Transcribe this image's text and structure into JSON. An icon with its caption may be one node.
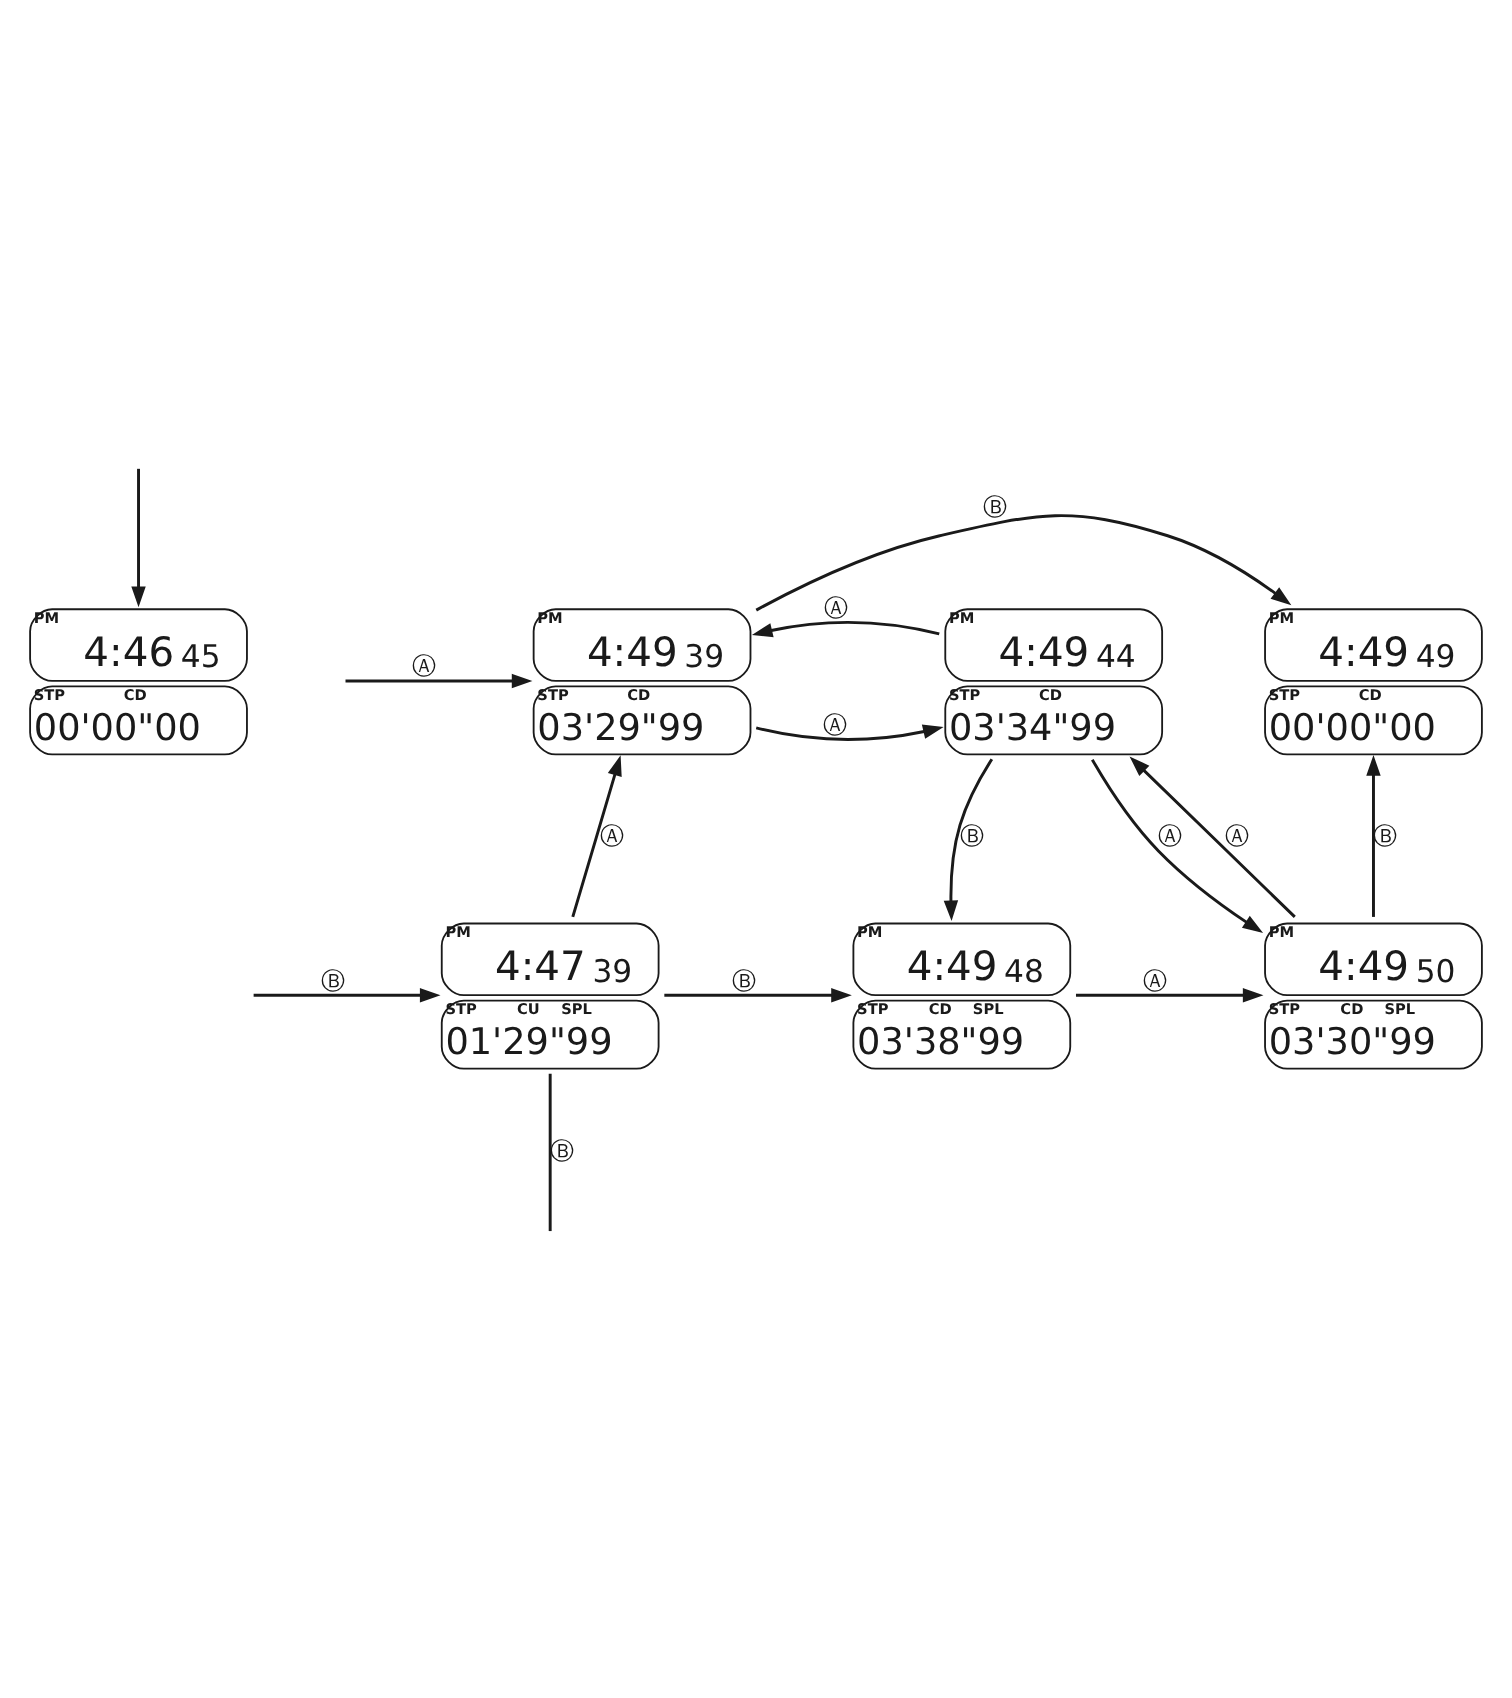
{
  "diagram": {
    "nodes": [
      {
        "text": [
          "PM",
          "4:46",
          "45",
          "STP",
          "CD",
          "00'00\"00"
        ]
      },
      {
        "text": [
          "PM",
          "4:49",
          "39",
          "STP",
          "CD",
          "03'29\"99"
        ]
      },
      {
        "text": [
          "PM",
          "4:49",
          "44",
          "STP",
          "CD",
          "03'34\"99"
        ]
      },
      {
        "text": [
          "PM",
          "4:49",
          "49",
          "STP",
          "CD",
          "00'00\"00"
        ]
      },
      {
        "text": [
          "PM",
          "4:47",
          "39",
          "STP",
          "CU",
          "SPL",
          "01'29\"99"
        ]
      },
      {
        "text": [
          "PM",
          "4:49",
          "48",
          "STP",
          "CD",
          "SPL",
          "03'38\"99"
        ]
      },
      {
        "text": [
          "PM",
          "4:49",
          "50",
          "STP",
          "CD",
          "SPL",
          "03'30\"99"
        ]
      }
    ],
    "edges": [
      {
        "from": null,
        "to": 0,
        "arrow": "to"
      },
      {
        "from": 1,
        "to": 3,
        "arrow": "to",
        "label": "Ⓑ"
      },
      {
        "from": null,
        "to": 1,
        "arrow": "to",
        "label": "Ⓐ"
      },
      {
        "from": 1,
        "to": 2,
        "arrow": "to",
        "label": "Ⓐ"
      },
      {
        "from": 2,
        "to": 1,
        "arrow": "to",
        "label": "Ⓐ"
      },
      {
        "from": 4,
        "to": 1,
        "arrow": "to",
        "label": "Ⓐ"
      },
      {
        "from": 2,
        "to": 5,
        "arrow": "to",
        "label": "Ⓑ"
      },
      {
        "from": 6,
        "to": 2,
        "arrow": "to",
        "label": "Ⓐ"
      },
      {
        "from": 2,
        "to": 6,
        "arrow": "to",
        "label": "Ⓐ"
      },
      {
        "from": 6,
        "to": 3,
        "arrow": "to",
        "label": "Ⓑ"
      },
      {
        "from": null,
        "to": 4,
        "arrow": "to",
        "label": "Ⓑ"
      },
      {
        "from": 4,
        "to": null,
        "arrow": "none",
        "label": "Ⓑ"
      },
      {
        "from": 4,
        "to": 5,
        "arrow": "to",
        "label": "Ⓑ"
      },
      {
        "from": 5,
        "to": 6,
        "arrow": "to",
        "label": "Ⓐ"
      }
    ]
  }
}
